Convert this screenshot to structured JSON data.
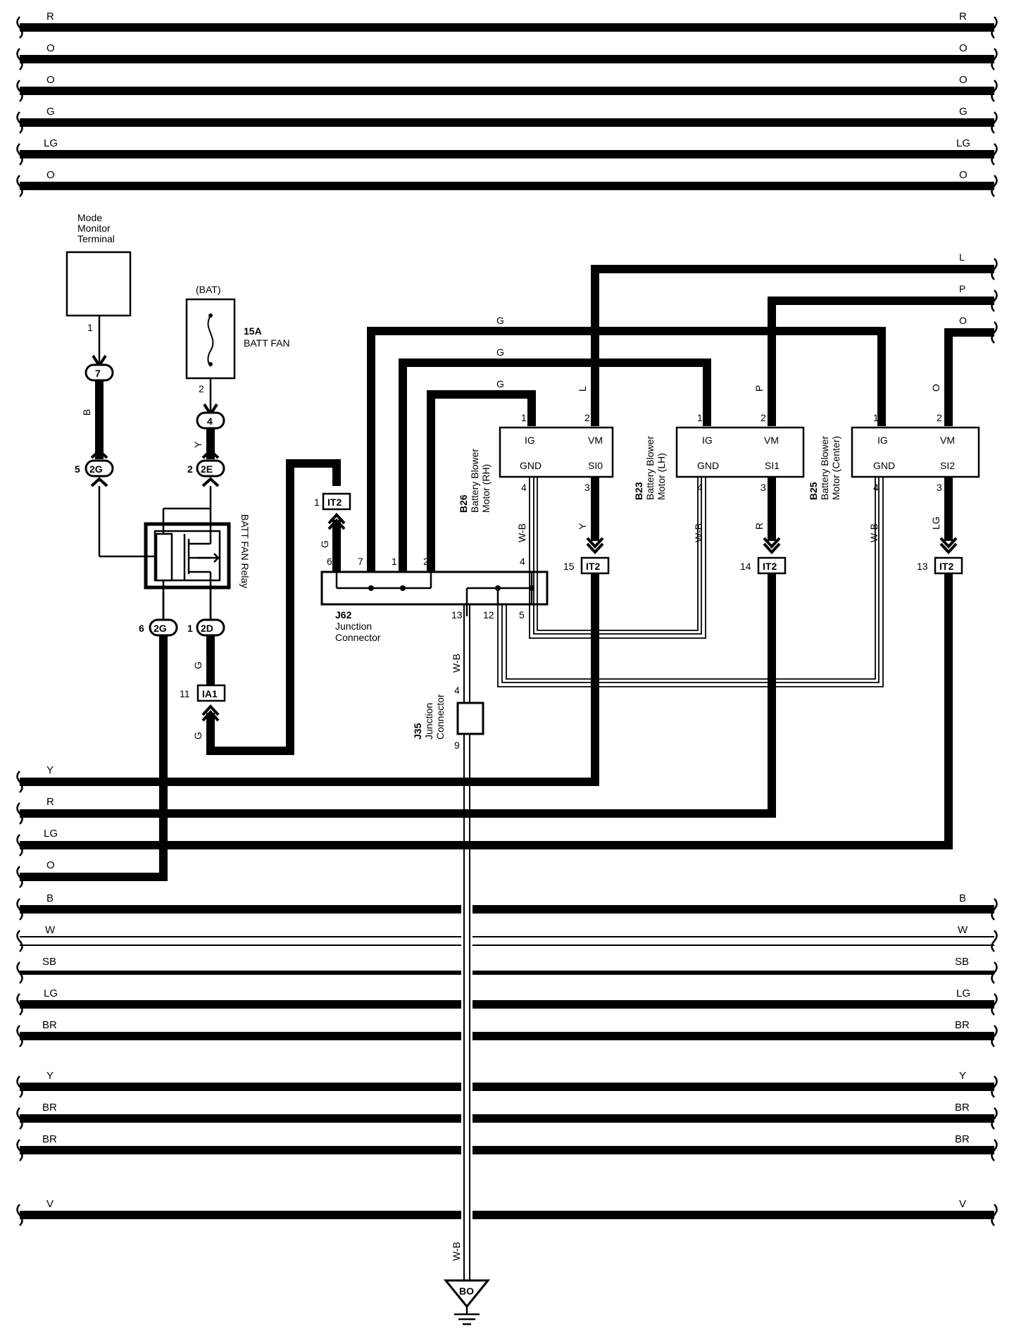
{
  "top_wires": [
    {
      "left": "R",
      "right": "R"
    },
    {
      "left": "O",
      "right": "O"
    },
    {
      "left": "O",
      "right": "O"
    },
    {
      "left": "G",
      "right": "G"
    },
    {
      "left": "LG",
      "right": "LG"
    },
    {
      "left": "O",
      "right": "O"
    }
  ],
  "mid_left_wires": [
    "Y",
    "R",
    "LG",
    "O"
  ],
  "bottom_wires": [
    {
      "left": "B",
      "right": "B"
    },
    {
      "left": "W",
      "right": "W"
    },
    {
      "left": "SB",
      "right": "SB"
    },
    {
      "left": "LG",
      "right": "LG"
    },
    {
      "left": "BR",
      "right": "BR"
    },
    {
      "left": "Y",
      "right": "Y"
    },
    {
      "left": "BR",
      "right": "BR"
    },
    {
      "left": "BR",
      "right": "BR"
    },
    {
      "left": "V",
      "right": "V"
    }
  ],
  "right_feed_wires": [
    "L",
    "P",
    "O"
  ],
  "mode_monitor": {
    "title_l1": "Mode",
    "title_l2": "Monitor",
    "title_l3": "Terminal",
    "pin": "1"
  },
  "fuse": {
    "source": "(BAT)",
    "rating": "15A",
    "name": "BATT FAN",
    "pin": "2"
  },
  "relay": {
    "name": "BATT FAN Relay"
  },
  "connectors": {
    "c7": "7",
    "c4": "4",
    "c2g_top": "2G",
    "c2g_top_pin": "5",
    "c2e": "2E",
    "c2e_pin": "2",
    "c2g_bot": "2G",
    "c2g_bot_pin": "6",
    "c2d": "2D",
    "c2d_pin": "1",
    "ia1": "IA1",
    "ia1_pin": "11",
    "it2_j62": "IT2",
    "it2_j62_pin": "1",
    "it2_a": "IT2",
    "it2_a_pin": "15",
    "it2_b": "IT2",
    "it2_b_pin": "14",
    "it2_c": "IT2",
    "it2_c_pin": "13"
  },
  "wire_colors": {
    "b": "B",
    "y": "Y",
    "g": "G",
    "wb": "W-B",
    "l": "L",
    "p": "P",
    "o": "O",
    "lg": "LG",
    "r": "R"
  },
  "j62": {
    "code": "J62",
    "name_l1": "Junction",
    "name_l2": "Connector",
    "pins": [
      "6",
      "7",
      "1",
      "2",
      "4",
      "13",
      "12",
      "5"
    ]
  },
  "j35": {
    "code": "J35",
    "name_l1": "Junction",
    "name_l2": "Connector",
    "pin_top": "4",
    "pin_bot": "9"
  },
  "motors": [
    {
      "code": "B26",
      "name_l1": "Battery Blower",
      "name_l2": "Motor (RH)",
      "ig": "IG",
      "vm": "VM",
      "gnd": "GND",
      "si": "SI0",
      "pin_ig": "1",
      "pin_vm": "2",
      "pin_gnd": "4",
      "pin_si": "3"
    },
    {
      "code": "B23",
      "name_l1": "Battery Blower",
      "name_l2": "Motor (LH)",
      "ig": "IG",
      "vm": "VM",
      "gnd": "GND",
      "si": "SI1",
      "pin_ig": "1",
      "pin_vm": "2",
      "pin_gnd": "4",
      "pin_si": "3"
    },
    {
      "code": "B25",
      "name_l1": "Battery Blower",
      "name_l2": "Motor (Center)",
      "ig": "IG",
      "vm": "VM",
      "gnd": "GND",
      "si": "SI2",
      "pin_ig": "1",
      "pin_vm": "2",
      "pin_gnd": "4",
      "pin_si": "3"
    }
  ],
  "ground": {
    "label": "BO"
  }
}
